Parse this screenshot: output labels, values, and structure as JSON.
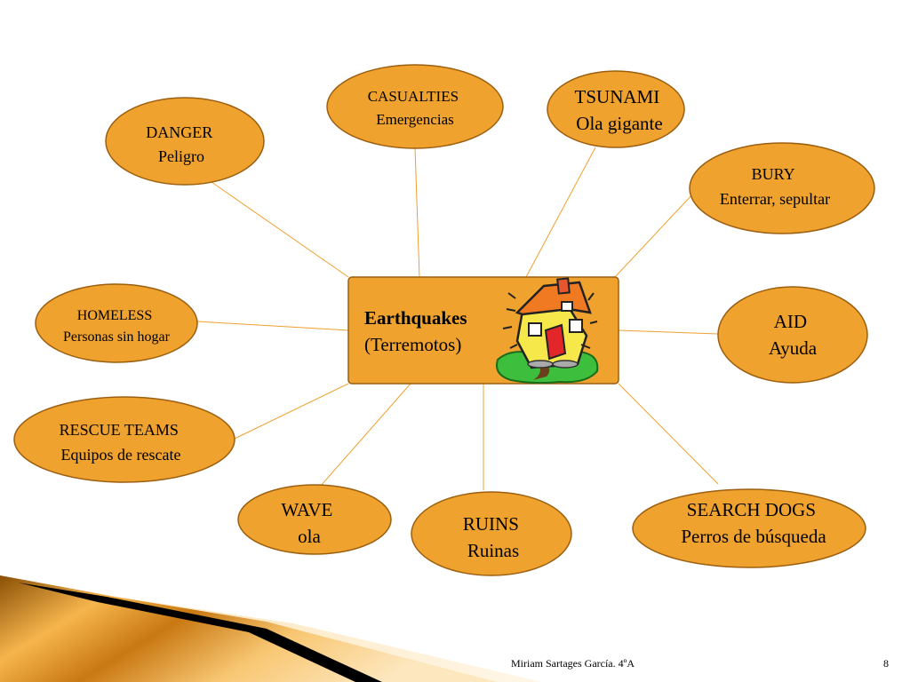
{
  "center": {
    "title": "Earthquakes",
    "subtitle": "(Terremotos)",
    "illustration": "shaking-house-icon"
  },
  "nodes": [
    {
      "id": "casualties",
      "en": "CASUALTIES",
      "es": "Emergencias"
    },
    {
      "id": "tsunami",
      "en": "TSUNAMI",
      "es": "Ola gigante"
    },
    {
      "id": "danger",
      "en": "DANGER",
      "es": "Peligro"
    },
    {
      "id": "bury",
      "en": "BURY",
      "es": "Enterrar, sepultar"
    },
    {
      "id": "homeless",
      "en": "HOMELESS",
      "es": "Personas sin hogar"
    },
    {
      "id": "aid",
      "en": "AID",
      "es": "Ayuda"
    },
    {
      "id": "rescue-teams",
      "en": "RESCUE TEAMS",
      "es": "Equipos de rescate"
    },
    {
      "id": "wave",
      "en": "WAVE",
      "es": "ola"
    },
    {
      "id": "ruins",
      "en": "RUINS",
      "es": "Ruinas"
    },
    {
      "id": "search-dogs",
      "en": "SEARCH DOGS",
      "es": "Perros de búsqueda"
    }
  ],
  "footer": {
    "author": "Miriam Sartages García.  4ºA",
    "page": "8"
  },
  "colors": {
    "bubble_fill": "#EFA22E",
    "bubble_stroke": "#9C5F10",
    "connector": "#F0A030",
    "text": "#000000"
  }
}
